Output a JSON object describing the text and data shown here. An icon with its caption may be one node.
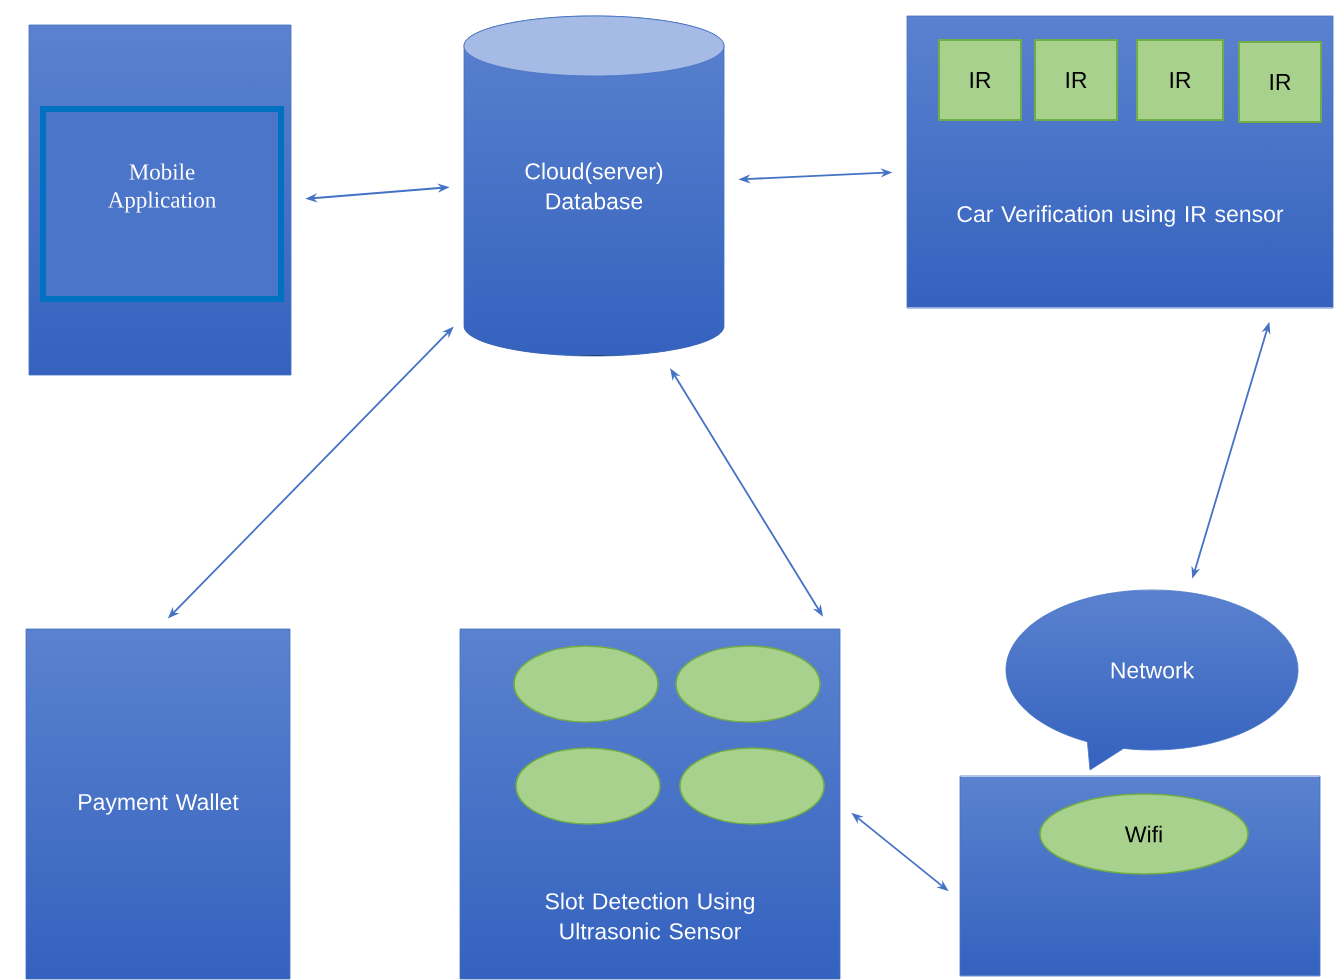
{
  "diagram": {
    "nodes": [
      {
        "text": [],
        "shape": "box"
      },
      {
        "text": [
          "Mobile Application"
        ],
        "in": 0
      },
      {
        "text": [
          "Cloud(server) Database"
        ]
      },
      {
        "text": [
          "Car Verification using IR sensor"
        ]
      },
      {
        "text": [
          "IR"
        ],
        "in": 3
      },
      {
        "text": [
          "IR"
        ],
        "in": 3
      },
      {
        "text": [
          "IR"
        ],
        "in": 3
      },
      {
        "text": [
          "IR"
        ],
        "in": 3
      },
      {
        "text": [
          "Payment Wallet"
        ]
      },
      {
        "text": [
          "Slot Detection Using Ultrasonic Sensor"
        ]
      },
      {
        "text": [],
        "shape": "ellipse",
        "in": 9
      },
      {
        "text": [],
        "shape": "ellipse",
        "in": 9
      },
      {
        "text": [],
        "shape": "ellipse",
        "in": 9
      },
      {
        "text": [],
        "shape": "ellipse",
        "in": 9
      },
      {
        "text": [
          "Network"
        ]
      },
      {
        "text": [],
        "shape": "box"
      },
      {
        "text": [
          "Wifi"
        ],
        "in": 15
      }
    ],
    "edges": [
      {
        "from": 0,
        "to": 2,
        "arrow": "both"
      },
      {
        "from": 2,
        "to": 3,
        "arrow": "both"
      },
      {
        "from": 2,
        "to": 8,
        "arrow": "both"
      },
      {
        "from": 2,
        "to": 9,
        "arrow": "both"
      },
      {
        "from": 3,
        "to": 14,
        "arrow": "both"
      },
      {
        "from": 9,
        "to": 15,
        "arrow": "both"
      }
    ]
  }
}
